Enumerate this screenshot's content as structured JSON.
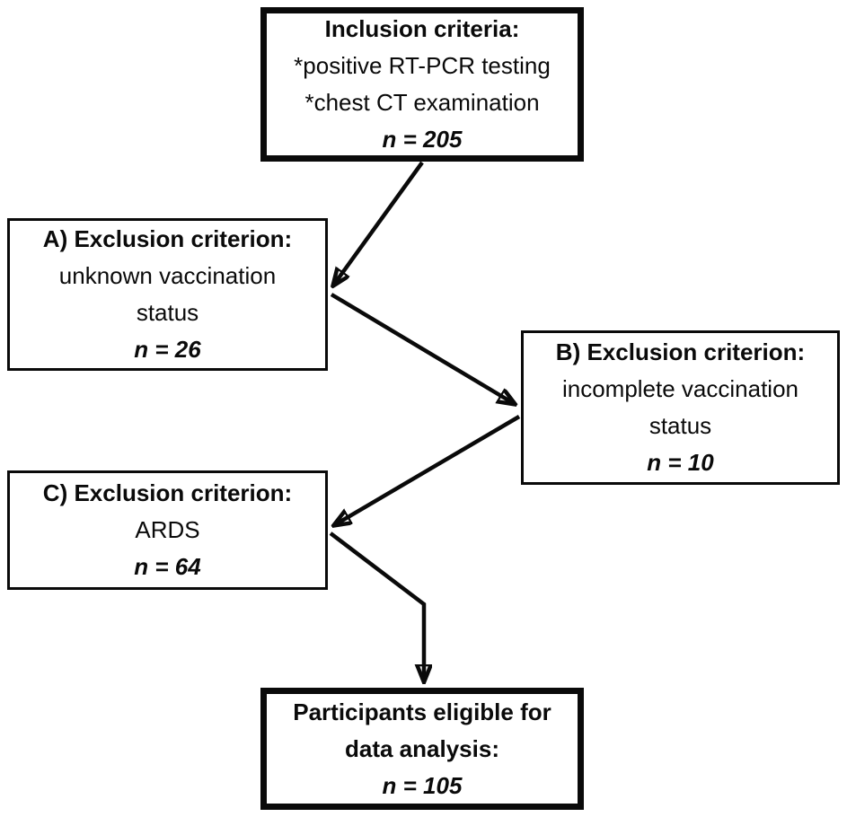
{
  "flowchart": {
    "description": "Participant inclusion/exclusion flow diagram",
    "colors": {
      "background": "#ffffff",
      "box_border": "#0a0a0a",
      "text": "#0a0a0a",
      "arrow": "#0a0a0a"
    },
    "boxes": {
      "inclusion": {
        "title": "Inclusion criteria:",
        "line1": "*positive RT-PCR testing",
        "line2": "*chest CT examination",
        "count": "n = 205"
      },
      "exclusion_a": {
        "title": "A) Exclusion criterion:",
        "line1": "unknown vaccination",
        "line2": "status",
        "count": "n = 26"
      },
      "exclusion_b": {
        "title": "B) Exclusion criterion:",
        "line1": "incomplete vaccination",
        "line2": "status",
        "count": "n = 10"
      },
      "exclusion_c": {
        "title": "C) Exclusion criterion:",
        "line1": "ARDS",
        "count": "n = 64"
      },
      "eligible": {
        "title_line1": "Participants eligible for",
        "title_line2": "data analysis:",
        "count": "n = 105"
      }
    }
  }
}
